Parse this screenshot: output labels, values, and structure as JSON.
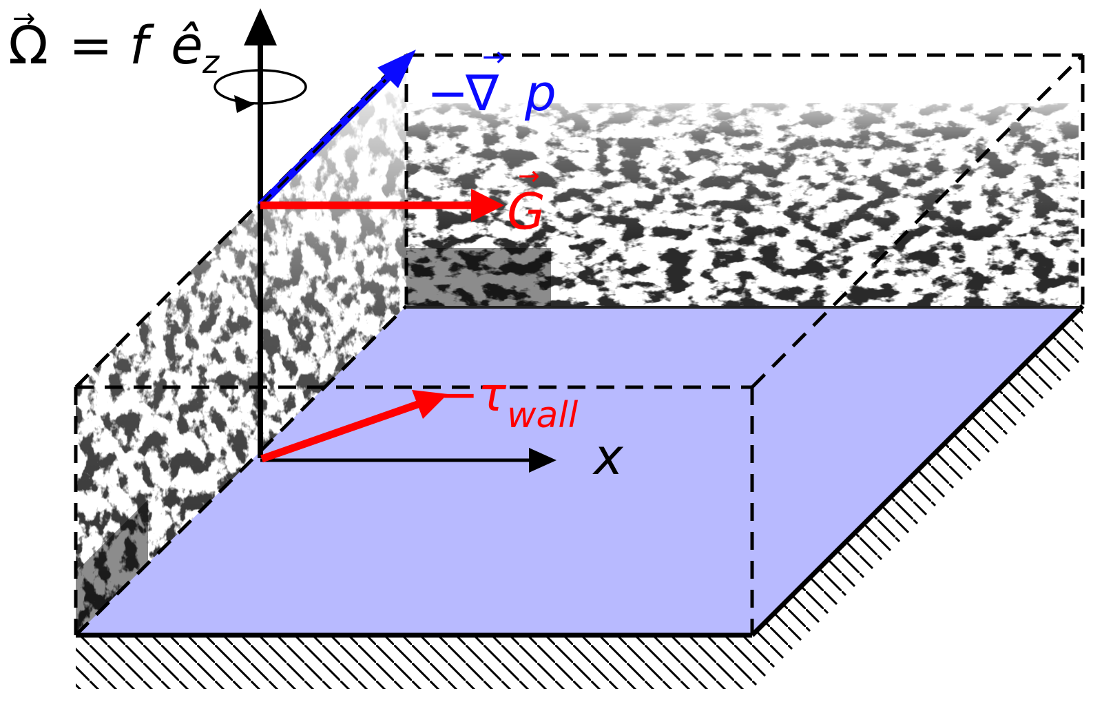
{
  "labels": {
    "rotation": {
      "base": "Ω",
      "vec_mark": "→",
      "hat": "ê",
      "sub": "z",
      "equation": "= f"
    },
    "pressure_gradient": {
      "minus": "−",
      "nabla": "∇",
      "vec_mark": "→",
      "var": "p"
    },
    "geostrophic_wind": {
      "base": "G",
      "vec_mark": "→"
    },
    "wall_stress": {
      "minus": "−",
      "tau": "τ",
      "sub": "wall"
    },
    "x_axis": "x"
  },
  "colors": {
    "wall_plane": "#b8baff",
    "pressure_arrow": "#0a0aff",
    "geostrophic_arrow": "#ff0000",
    "stress_arrow": "#ff0000",
    "axis": "#000000",
    "turbulence": "#333333"
  }
}
